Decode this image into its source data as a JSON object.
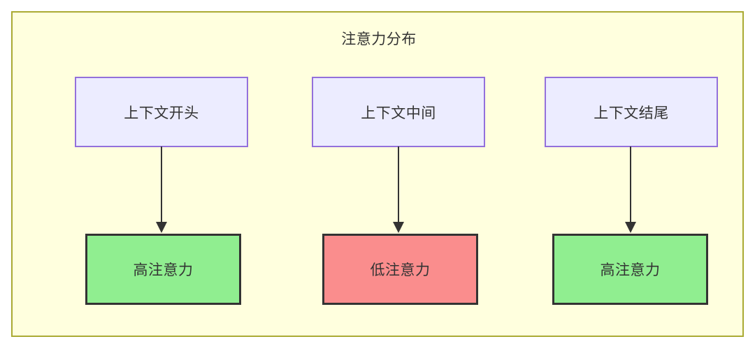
{
  "diagram": {
    "title": "注意力分布",
    "container": {
      "fill": "#ffffde",
      "stroke": "#aaaa33"
    },
    "nodes": {
      "top": [
        {
          "id": "context-start",
          "label": "上下文开头",
          "fill": "#ececff",
          "stroke": "#9370db"
        },
        {
          "id": "context-middle",
          "label": "上下文中间",
          "fill": "#ececff",
          "stroke": "#9370db"
        },
        {
          "id": "context-end",
          "label": "上下文结尾",
          "fill": "#ececff",
          "stroke": "#9370db"
        }
      ],
      "bottom": [
        {
          "id": "high-attention-start",
          "label": "高注意力",
          "fill": "#90ee90",
          "stroke": "#333333"
        },
        {
          "id": "low-attention-middle",
          "label": "低注意力",
          "fill": "#fa8d8d",
          "stroke": "#333333"
        },
        {
          "id": "high-attention-end",
          "label": "高注意力",
          "fill": "#90ee90",
          "stroke": "#333333"
        }
      ]
    },
    "edges": [
      {
        "from": "context-start",
        "to": "high-attention-start",
        "label": ""
      },
      {
        "from": "context-middle",
        "to": "low-attention-middle",
        "label": ""
      },
      {
        "from": "context-end",
        "to": "high-attention-end",
        "label": ""
      }
    ],
    "edge_color": "#333333",
    "text_color": "#333333"
  }
}
